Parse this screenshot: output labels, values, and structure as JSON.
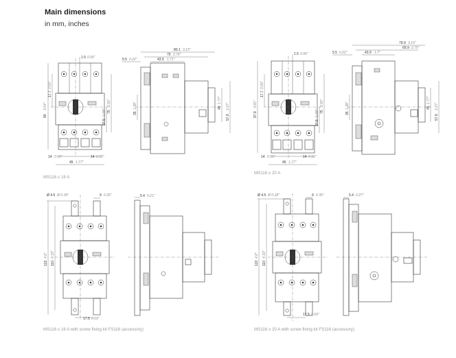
{
  "header": {
    "title": "Main dimensions",
    "subtitle": "in mm, inches"
  },
  "captions": {
    "tl": "MS116 ≤ 16 A",
    "tr": "MS116 ≥ 20 A",
    "bl": "MS116 ≤ 16 A with screw fixing kit FS116 (accessory)",
    "br": "MS116 ≥ 20 A with screw fixing kit FS116 (accessory)"
  },
  "dims": {
    "tl": {
      "d1_5": "1.5",
      "d1_5i": "0.06\"",
      "d90": "90",
      "d90i": "3.54\"",
      "d17_7": "17.7",
      "d17_7i": "0.69\"",
      "d27_5": "27.5",
      "d27_5i": "1.08\"",
      "d75": "75",
      "d75i": "2.95\"",
      "d14a": "14",
      "d14ai": "0.55\"",
      "d14b": "14",
      "d14bi": "0.55\"",
      "d45": "45",
      "d45i": "1.77\""
    },
    "tm": {
      "d80_1": "80.1",
      "d80_1i": "3.15\"",
      "d70": "70",
      "d70i": "2.76\"",
      "d5_5": "5.5",
      "d5_5i": "0.22\"",
      "d43_5": "43.5",
      "d43_5i": "1.71\"",
      "d35": "35",
      "d35i": "1.38\"",
      "d45": "45",
      "d45i": "1.77\"",
      "d57_8": "57.8",
      "d57_8i": "2.27\""
    },
    "tr": {
      "d1_5": "1.5",
      "d1_5i": "0.06\"",
      "d97_8": "97.8",
      "d97_8i": "3.85\"",
      "d17_7": "17.7",
      "d17_7i": "0.69\"",
      "d27_5": "27.5",
      "d27_5i": "1.08\"",
      "d75": "75",
      "d75i": "2.95\"",
      "d14a": "14",
      "d14ai": "0.55\"",
      "d14b": "14",
      "d14bi": "0.55\"",
      "d45": "45",
      "d45i": "1.77\""
    },
    "trm": {
      "d79_9": "79.9",
      "d79_9i": "3.15\"",
      "d69_9": "69.9",
      "d69_9i": "2.75\"",
      "d5_5": "5.5",
      "d5_5i": "0.22\"",
      "d43_9": "43.9",
      "d43_9i": "1.7\"",
      "d35": "35",
      "d35i": "1.38\"",
      "d45": "45",
      "d45i": "1.77\"",
      "d57_8": "57.8",
      "d57_8i": "2.27\""
    },
    "bl": {
      "d4_5": "Ø 4.5",
      "d4_5i": "Ø 0.18\"",
      "d9": "9",
      "d9i": "0.35\"",
      "d122": "122",
      "d122i": "4.8\"",
      "d110": "110",
      "d110i": "4.33\"",
      "d17_5": "17.5",
      "d17_5i": "0.69\""
    },
    "blm": {
      "d5_4": "5.4",
      "d5_4i": "0.21\""
    },
    "br": {
      "d4_5": "Ø 4.5",
      "d4_5i": "Ø 0.18\"",
      "d9": "9",
      "d9i": "0.35\"",
      "d122": "122",
      "d122i": "4.8\"",
      "d110": "110",
      "d110i": "4.33\"",
      "d17_5": "17.5",
      "d17_5i": "0.69\""
    },
    "brm": {
      "d5_4": "5.4",
      "d5_4i": "0.27\""
    }
  }
}
